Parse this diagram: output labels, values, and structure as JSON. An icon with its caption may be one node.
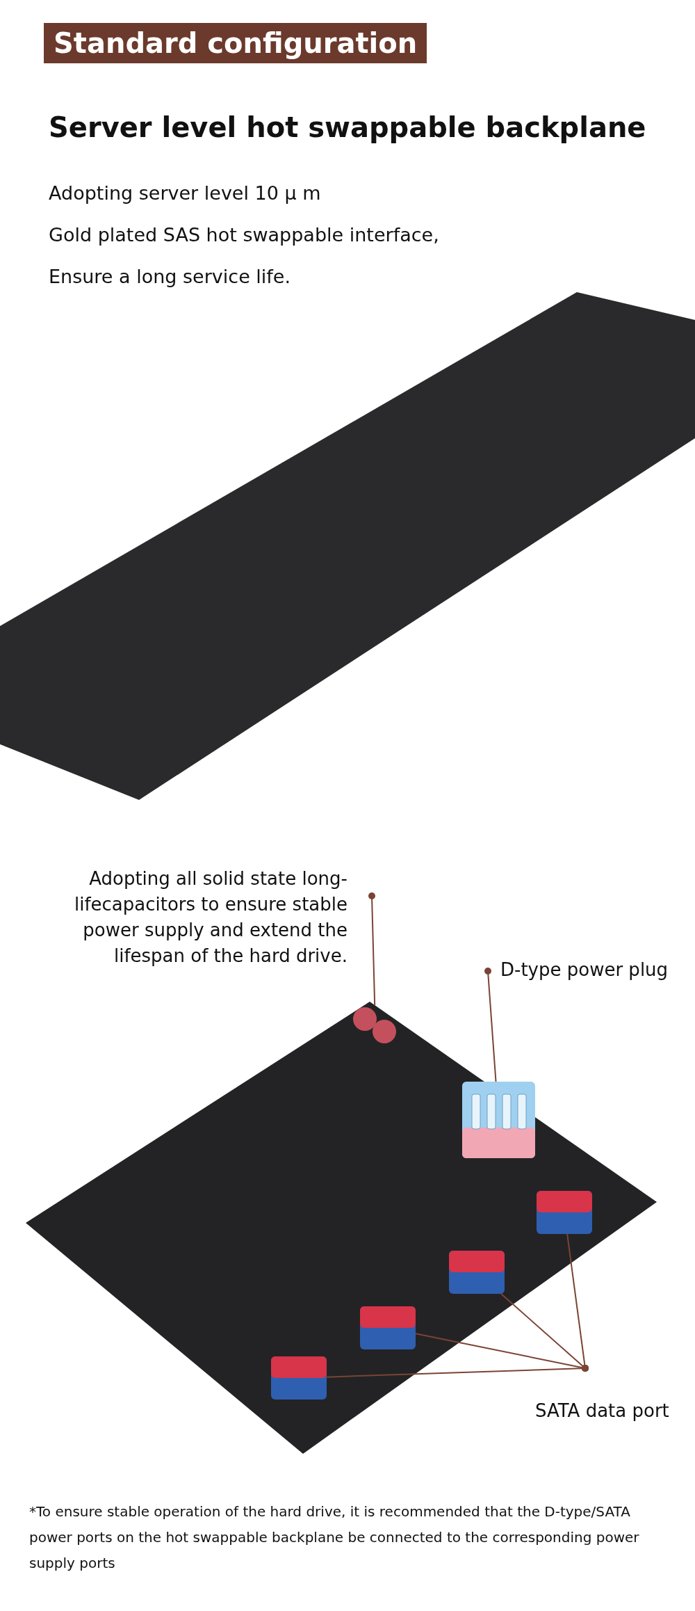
{
  "diagram": {
    "title": "Standard configuration",
    "caption": "*To ensure stable operation of the hard drive, it is recommended that the D-type/SATA power ports on the hot swappable backplane be connected to the corresponding power supply ports",
    "nodes": [
      {
        "text": [],
        "shape": "picture"
      },
      {
        "text": [],
        "shape": "picture"
      },
      {
        "text": [
          "Adopting all solid state long-lifecapacitors to ensure stable power supply and extend the lifespan of the hard drive."
        ]
      },
      {
        "text": [],
        "shape": "picture",
        "in": 1
      },
      {
        "text": [
          "D-type power plug"
        ]
      },
      {
        "text": [],
        "shape": "picture",
        "in": 1
      },
      {
        "text": [
          "SATA data port"
        ]
      },
      {
        "text": [],
        "shape": "picture",
        "in": 1
      },
      {
        "text": [],
        "shape": "picture",
        "in": 1
      },
      {
        "text": [],
        "shape": "picture",
        "in": 1
      },
      {
        "text": [],
        "shape": "picture",
        "in": 1
      }
    ],
    "edges": [
      {
        "from": 2,
        "to": 3,
        "arrow": "other"
      },
      {
        "from": 4,
        "to": 5,
        "arrow": "other"
      },
      {
        "from": 6,
        "to": 7,
        "arrow": "other"
      },
      {
        "from": 6,
        "to": 8,
        "arrow": "other"
      },
      {
        "from": 6,
        "to": 9,
        "arrow": "other"
      },
      {
        "from": 6,
        "to": 10,
        "arrow": "other"
      }
    ],
    "labels": [
      "Server level hot swappable backplane",
      "Adopting server level 10 μ m",
      "Gold plated SAS hot swappable interface,",
      "Ensure a long service life."
    ]
  }
}
